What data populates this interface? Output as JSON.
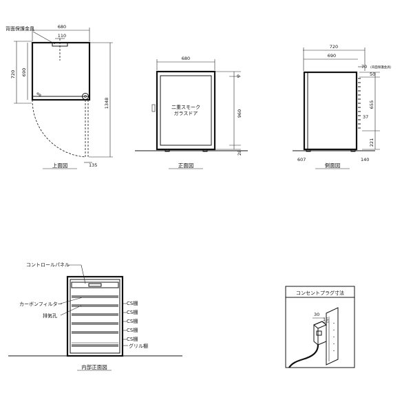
{
  "top_view": {
    "caption": "上面図",
    "callout_back_guard": "背面保護金具",
    "dim_width": "680",
    "dim_guard": "110",
    "dim_depth_outer": "720",
    "dim_depth_inner": "690",
    "dim_swing": "1348",
    "dim_offset": "135"
  },
  "front_view": {
    "caption": "正面図",
    "door_label_line1": "二重スモーク",
    "door_label_line2": "ガラスドア",
    "dim_width": "680",
    "dim_top": "9",
    "dim_height": "960",
    "dim_bottom": "28"
  },
  "side_view": {
    "caption": "側面図",
    "dim_depth_outer": "720",
    "dim_depth_inner": "690",
    "dim_guard": "70",
    "dim_guard_note": "(背面保護金具)",
    "dim_top": "50",
    "dim_vent": "655",
    "dim_gap": "37",
    "dim_low": "221",
    "dim_foot_left": "607",
    "dim_foot_right": "140"
  },
  "interior_view": {
    "caption": "内部正面図",
    "label_control_panel": "コントロールパネル",
    "label_carbon_filter": "カーボンフィルター",
    "label_exhaust": "排気孔",
    "shelf_labels": [
      "CS棚",
      "CS棚",
      "CS棚",
      "CS棚",
      "CS棚"
    ],
    "label_grill_shelf": "グリル棚"
  },
  "plug_detail": {
    "title": "コンセントプラグ寸法",
    "dim_a": "30",
    "dim_b": "15"
  }
}
